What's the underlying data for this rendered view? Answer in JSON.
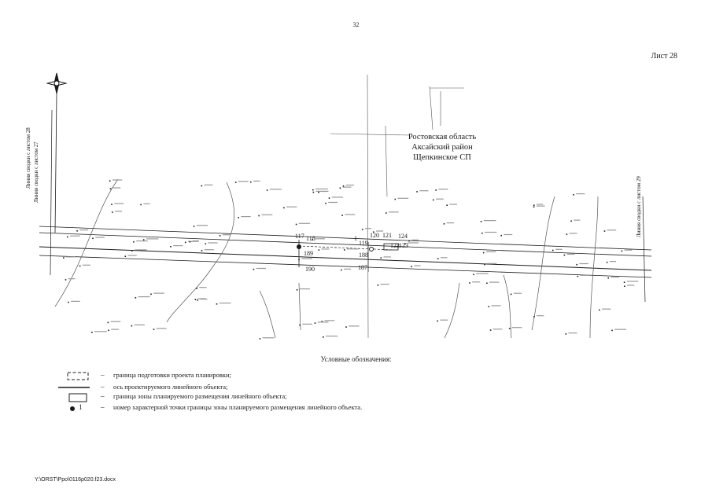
{
  "page_number": "32",
  "sheet_label": "Лист 28",
  "region": {
    "line1": "Ростовская область",
    "line2": "Аксайский район",
    "line3": "Щепкинское СП"
  },
  "edge_labels": {
    "left_1": "Линия сводки с листом 28",
    "left_2": "Линия сводки с листом 27",
    "right": "Линия сводки с листом 29"
  },
  "points": {
    "p117": "117",
    "p118": "118",
    "p119": "119",
    "p120": "120",
    "p121": "121",
    "p122": "122",
    "p123": "123",
    "p124": "124",
    "p187": "187",
    "p188": "188",
    "p189": "189",
    "p190": "190",
    "p1": "1"
  },
  "legend": {
    "title": "Условные обозначения:",
    "items": [
      {
        "symbol": "dashed-rect",
        "dash": "–",
        "text": "граница подготовки проекта планировки;"
      },
      {
        "symbol": "solid-line",
        "dash": "–",
        "text": "ось проектируемого линейного объекта;"
      },
      {
        "symbol": "rect",
        "dash": "–",
        "text": "граница зоны планируемого размещения линейного объекта;"
      },
      {
        "symbol": "dot-number",
        "symbol_label": "1",
        "dash": "–",
        "text": "номер характерной точки границы зоны планируемого размещения линейного объекта."
      }
    ]
  },
  "file_path": "Y:\\ORST\\Ppo\\0116p020.f23.docx",
  "colors": {
    "ink": "#1a1a1a",
    "faint": "#8a8a8a",
    "paper": "#ffffff"
  }
}
